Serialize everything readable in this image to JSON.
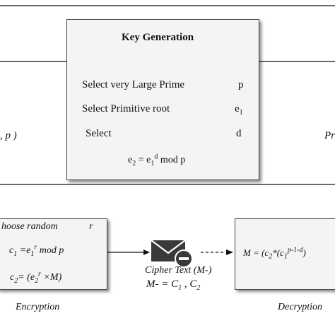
{
  "key_generation": {
    "title": "Key Generation",
    "rows": [
      {
        "label": "Select very Large Prime",
        "value": "p"
      },
      {
        "label": "Select Primitive root",
        "value_base": "e",
        "value_sub": "1"
      },
      {
        "label": "Select",
        "value": "d"
      }
    ],
    "formula": {
      "lhs_base": "e",
      "lhs_sub": "2",
      "eq": " = ",
      "base": "e",
      "base_sub": "1",
      "exp": "d",
      "rest": " mod p"
    }
  },
  "left_edge_text": ", p )",
  "right_edge_text": "Pr",
  "encryption": {
    "line1_label": "hoose random",
    "line1_var": "r",
    "line2": {
      "lhs": "c",
      "lhs_sub": "1",
      "eq": " =e",
      "e_sub": "1",
      "exp": "r",
      "rest": " mod p"
    },
    "line3": {
      "lhs": "c",
      "lhs_sub": "2",
      "eq": "= (e",
      "e_sub": "2",
      "exp": "r",
      "rest": " ×M)"
    },
    "caption": "Encryption"
  },
  "cipher": {
    "label": "Cipher Text (M-)",
    "line2_prefix": "M- = C",
    "sub1": "1",
    "sep": " , C",
    "sub2": "2"
  },
  "decryption": {
    "formula_prefix": "M = (c",
    "c_sub": "2",
    "mid": "*(c",
    "c1_sub": "1",
    "exp": "p-1-d",
    "tail": ")",
    "caption": "Decryption"
  }
}
